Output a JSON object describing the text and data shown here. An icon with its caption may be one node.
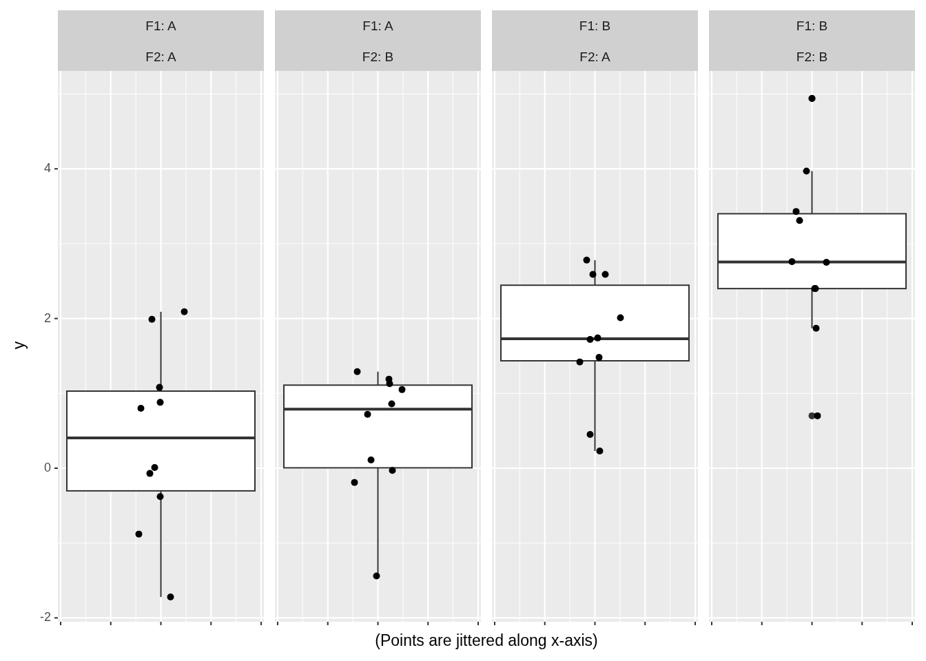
{
  "diagram": {
    "nodes": [
      {
        "text": [
          "F1: A",
          "F2: A"
        ]
      },
      {
        "text": [
          "F1: A",
          "F2: B"
        ]
      },
      {
        "text": [
          "F1: B",
          "F2: A"
        ]
      },
      {
        "text": [
          "F1: B",
          "F2: B"
        ]
      }
    ],
    "labels": [
      "4",
      "2",
      "0",
      "-2",
      "y",
      "(Points are jittered along x-axis)"
    ]
  }
}
